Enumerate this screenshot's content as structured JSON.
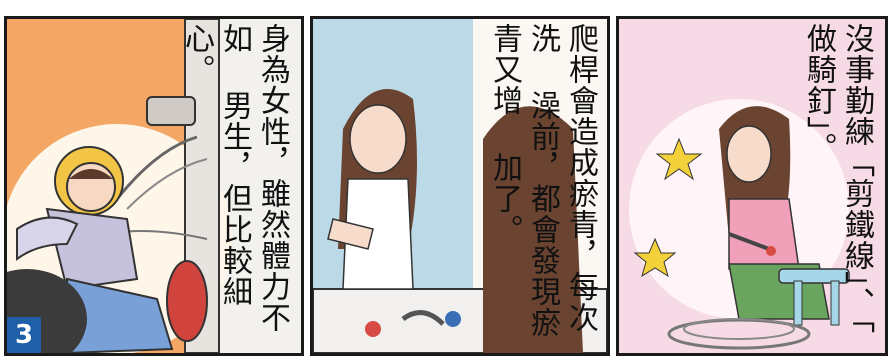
{
  "panels": [
    {
      "number": "3",
      "text_lines": [
        "身為女性，雖然體力不如",
        "男生，但比較細心。"
      ]
    },
    {
      "text_lines": [
        "爬桿會造成瘀青，每次洗",
        "澡前，都會發現瘀青又增",
        "加了。"
      ]
    },
    {
      "text_lines": [
        "沒事勤練「剪鐵線」、「",
        "做騎釘」。"
      ]
    }
  ],
  "colors": {
    "number_badge": "#1e5fa8",
    "panel1_bg_orange": "#f2a15e",
    "panel2_mirror": "#bcd9e8",
    "panel3_bg": "#f6dbe7"
  }
}
